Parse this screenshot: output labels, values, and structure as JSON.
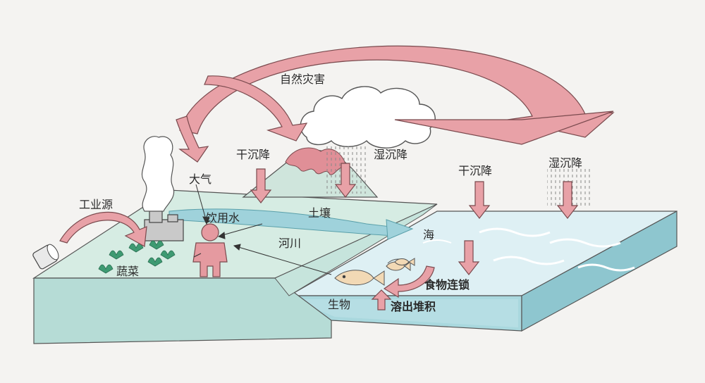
{
  "labels": {
    "natural_disaster": "自然灾害",
    "dry_deposition_1": "干沉降",
    "wet_deposition_1": "湿沉降",
    "dry_deposition_2": "干沉降",
    "wet_deposition_2": "湿沉降",
    "atmosphere": "大气",
    "industrial_source": "工业源",
    "drinking_water": "饮用水",
    "soil": "土壤",
    "river": "河川",
    "sea": "海",
    "vegetables": "蔬菜",
    "food_chain": "食物连锁",
    "organisms": "生物",
    "dissolution_deposition": "溶出堆积"
  },
  "colors": {
    "arrow_pink": "#e8a1a7",
    "arrow_outline": "#7a4a4e",
    "land_top": "#d6ece3",
    "land_side": "#b6dcd6",
    "sea_top": "#def0f4",
    "sea_side": "#a9d8de",
    "river": "#9fd2db",
    "person": "#e59aa0",
    "fish": "#f2d9b5",
    "plant": "#3e9a72",
    "smoke": "#ffffff",
    "cloud": "#ffffff",
    "volcano": "#cfe5dc"
  },
  "icons": {
    "person": "person-icon",
    "fish": "fish-icon",
    "factory": "factory-icon",
    "cloud": "cloud-icon",
    "volcano": "volcano-icon",
    "plant": "plant-icon",
    "pipe": "pipe-icon"
  }
}
